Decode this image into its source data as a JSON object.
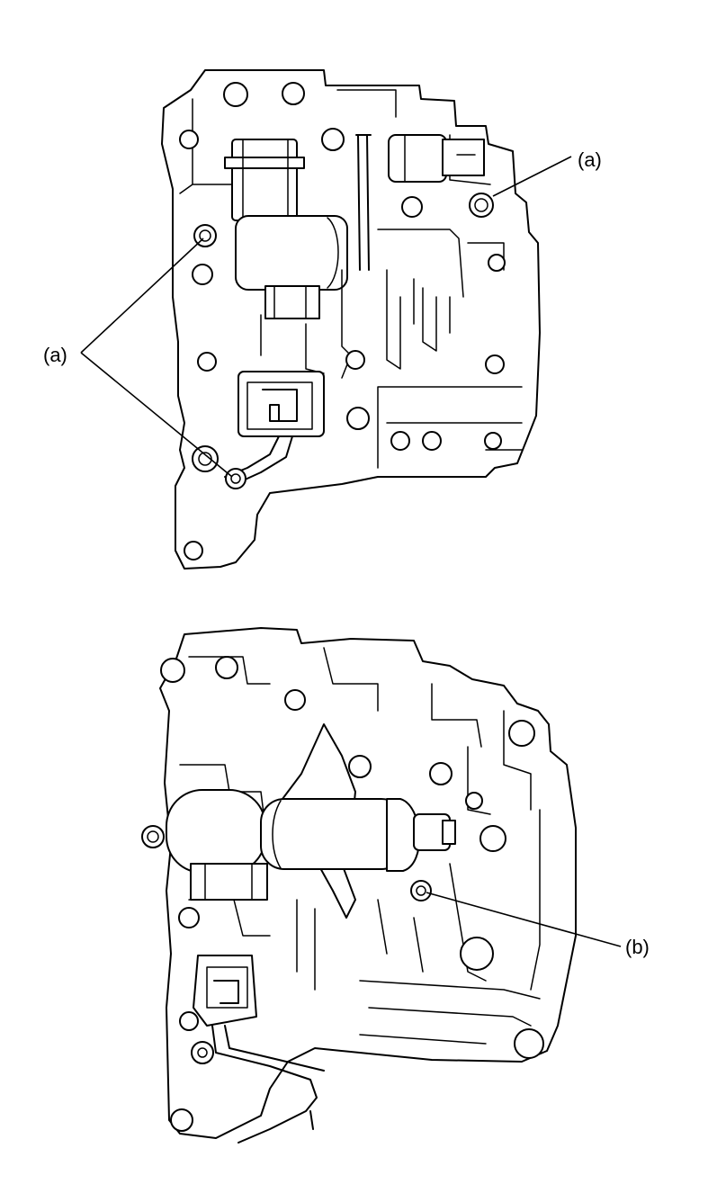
{
  "labels": {
    "a_top_right": "(a)",
    "a_left": "(a)",
    "b_lower": "(b)"
  },
  "colors": {
    "line": "#000000",
    "background": "#ffffff"
  }
}
